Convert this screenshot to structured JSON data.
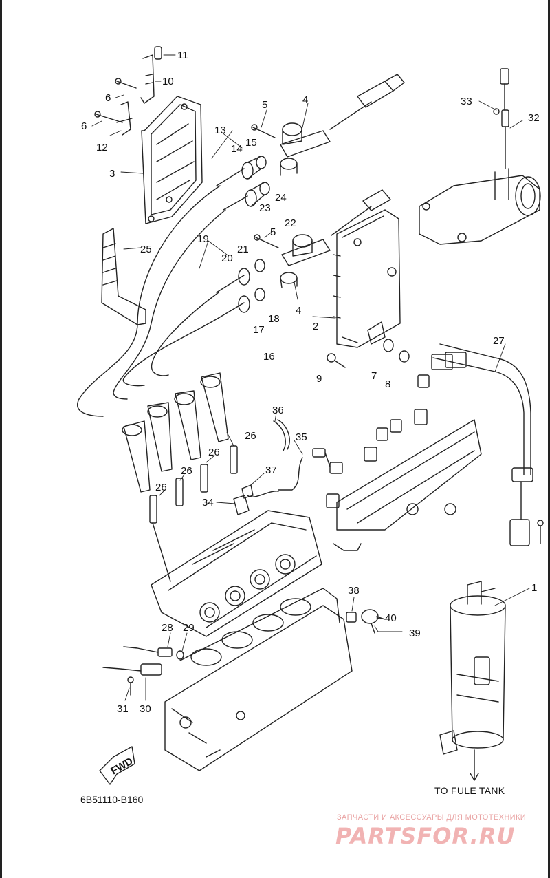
{
  "diagram": {
    "code": "6B51110-B160",
    "fuel_tank_label": "TO FULE TANK",
    "fwd_label": "FWD",
    "callouts": [
      "1",
      "2",
      "3",
      "4",
      "4",
      "5",
      "5",
      "6",
      "6",
      "7",
      "8",
      "9",
      "10",
      "11",
      "12",
      "13",
      "14",
      "15",
      "16",
      "17",
      "18",
      "19",
      "20",
      "21",
      "22",
      "23",
      "24",
      "25",
      "26",
      "26",
      "26",
      "26",
      "27",
      "28",
      "29",
      "30",
      "31",
      "32",
      "33",
      "34",
      "35",
      "36",
      "37",
      "38",
      "39",
      "40"
    ]
  },
  "watermark": {
    "tagline": "ЗАПЧАСТИ И АКСЕССУАРЫ ДЛЯ МОТОТЕХНИКИ",
    "brand": "PARTSFOR.RU"
  },
  "colors": {
    "line": "#222222",
    "watermark": "#f1b3b3"
  }
}
